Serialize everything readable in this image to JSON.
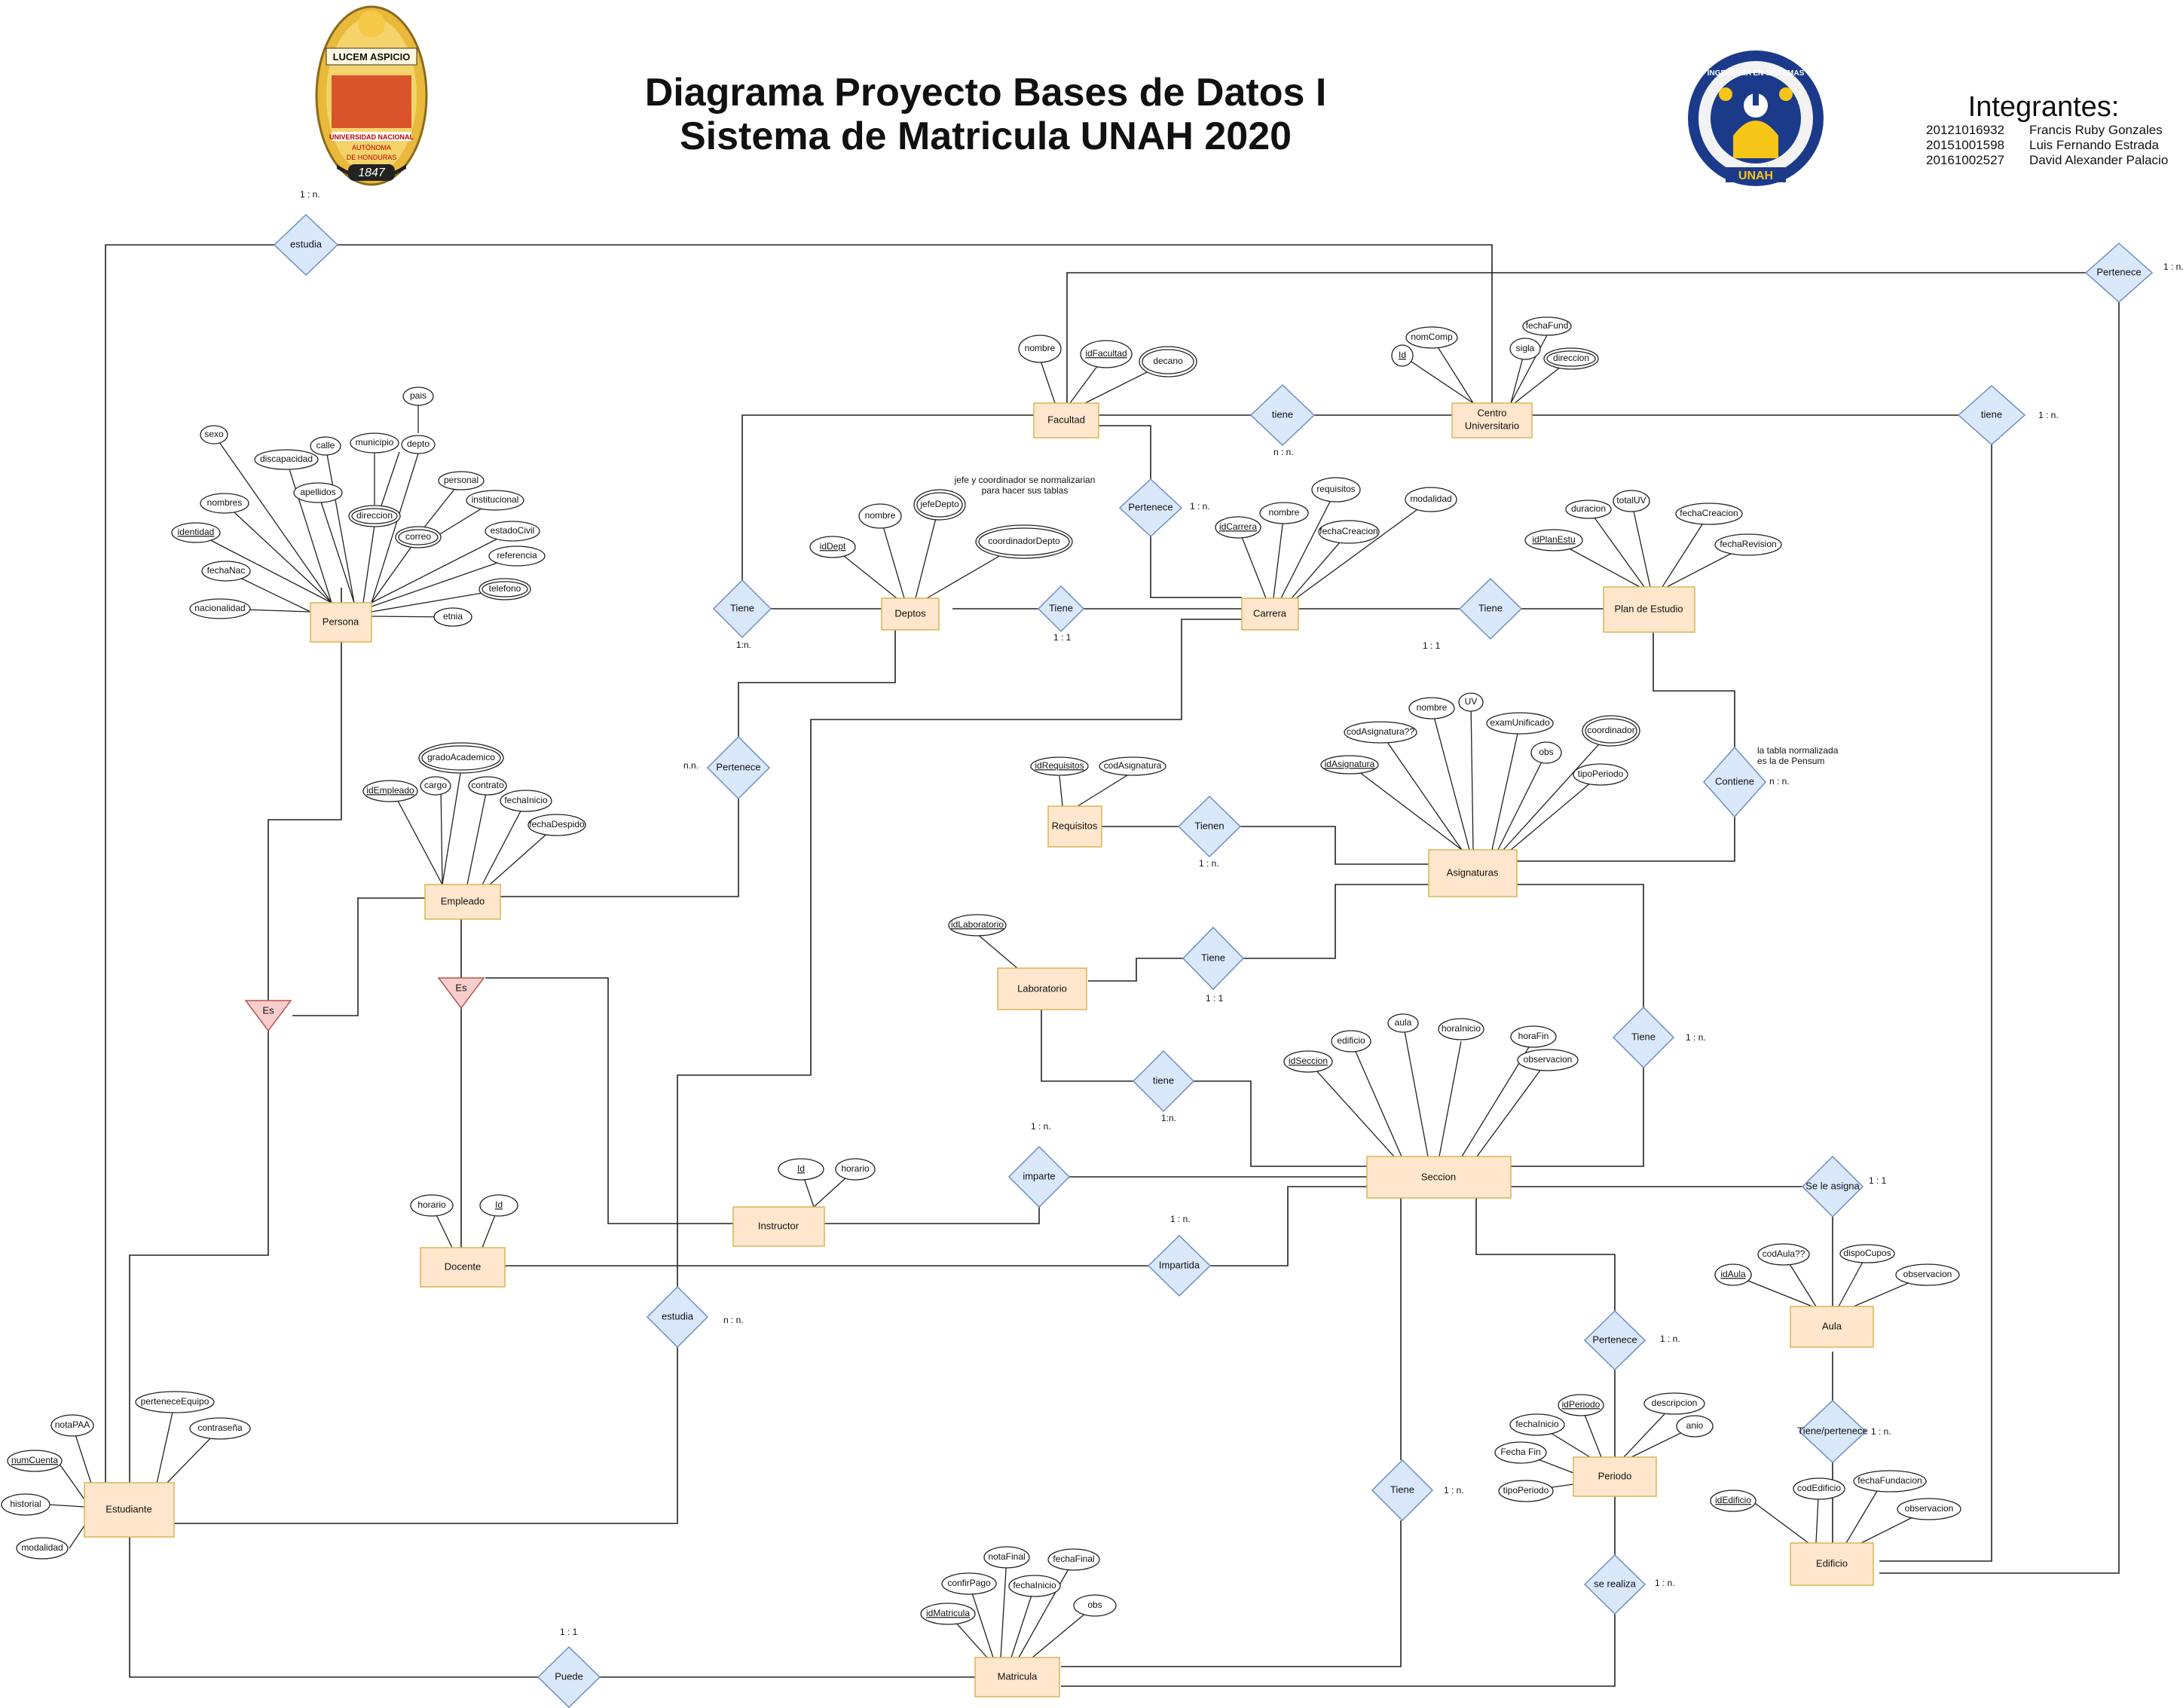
{
  "header": {
    "title_line1": "Diagrama Proyecto  Bases de Datos I",
    "title_line2": "Sistema de Matricula UNAH 2020",
    "members_title": "Integrantes:",
    "members": [
      {
        "id": "20121016932",
        "name": "Francis Ruby Gonzales"
      },
      {
        "id": "20151001598",
        "name": "Luis Fernando Estrada"
      },
      {
        "id": "20161002527",
        "name": "David Alexander Palacio"
      }
    ]
  },
  "logos": {
    "left": {
      "line1": "LUCEM ASPICIO",
      "line2": "UNIVERSIDAD NACIONAL",
      "line3": "AUTÓNOMA",
      "line4": "DE HONDURAS",
      "year": "1847"
    },
    "right": {
      "arc": "INGENIERÍA EN SISTEMAS",
      "bottom": "UNAH"
    }
  },
  "colors": {
    "entity_fill": "#ffe6cc",
    "entity_border": "#d6b656",
    "relation_fill": "#dae8fc",
    "relation_border": "#6c8ebf",
    "isa_fill": "#f8cecc",
    "isa_border": "#b85450"
  },
  "notes": {
    "jefe": [
      "jefe y coordinador se normalizarian",
      "para hacer sus tablas"
    ],
    "contiene": [
      "la tabla normalizada",
      "es la de Pensum"
    ]
  },
  "entities": [
    {
      "id": "persona",
      "label": "Persona"
    },
    {
      "id": "facultad",
      "label": "Facultad"
    },
    {
      "id": "centro",
      "label": [
        "Centro",
        "Universitario"
      ]
    },
    {
      "id": "deptos",
      "label": "Deptos"
    },
    {
      "id": "carrera",
      "label": "Carrera"
    },
    {
      "id": "plan",
      "label": "Plan de Estudio"
    },
    {
      "id": "empleado",
      "label": "Empleado"
    },
    {
      "id": "requisitos",
      "label": "Requisitos"
    },
    {
      "id": "asignaturas",
      "label": "Asignaturas"
    },
    {
      "id": "laboratorio",
      "label": "Laboratorio"
    },
    {
      "id": "seccion",
      "label": "Seccion"
    },
    {
      "id": "instructor",
      "label": "Instructor"
    },
    {
      "id": "docente",
      "label": "Docente"
    },
    {
      "id": "aula",
      "label": "Aula"
    },
    {
      "id": "periodo",
      "label": "Periodo"
    },
    {
      "id": "edificio",
      "label": "Edificio"
    },
    {
      "id": "estudiante",
      "label": "Estudiante"
    },
    {
      "id": "matricula",
      "label": "Matricula"
    }
  ],
  "relationships": [
    {
      "id": "estudia_top",
      "label": "estudia",
      "card": "1 : n."
    },
    {
      "id": "pertenece_top",
      "label": "Pertenece",
      "card": "1 : n."
    },
    {
      "id": "tiene_fc",
      "label": "tiene",
      "card": "n : n."
    },
    {
      "id": "tiene_ce",
      "label": "tiene",
      "card": "1 : n."
    },
    {
      "id": "pertenece_fca",
      "label": "Pertenece",
      "card": "1 : n."
    },
    {
      "id": "tiene_fd",
      "label": "Tiene",
      "card": "1:n."
    },
    {
      "id": "tiene_dc",
      "label": "Tiene",
      "card": "1 : 1"
    },
    {
      "id": "tiene_cp",
      "label": "Tiene",
      "card": "1 : 1"
    },
    {
      "id": "pertenece_emp",
      "label": "Pertenece",
      "card": "n.n."
    },
    {
      "id": "contiene",
      "label": "Contiene",
      "card": "n : n."
    },
    {
      "id": "tienen",
      "label": "Tienen",
      "card": "1 : n."
    },
    {
      "id": "tiene_lab",
      "label": "Tiene",
      "card": "1 : 1"
    },
    {
      "id": "tiene_as",
      "label": "Tiene",
      "card": "1 : n."
    },
    {
      "id": "tiene_ls",
      "label": "tiene",
      "card": "1:n."
    },
    {
      "id": "imparte",
      "label": "imparte",
      "card": "1 : n."
    },
    {
      "id": "impartida",
      "label": "Impartida",
      "card": "1 : n."
    },
    {
      "id": "se_le_asigna",
      "label": "Se le asigna",
      "card": "1 : 1"
    },
    {
      "id": "pertenece_sp",
      "label": "Pertenece",
      "card": "1 : n."
    },
    {
      "id": "tiene_pertenece",
      "label": "Tiene/pertenece",
      "card": "1 : n."
    },
    {
      "id": "estudia_mid",
      "label": "estudia",
      "card": "n : n."
    },
    {
      "id": "tiene_sm",
      "label": "Tiene",
      "card": "1 : n."
    },
    {
      "id": "se_realiza",
      "label": "se realiza",
      "card": "1 : n."
    },
    {
      "id": "puede",
      "label": "Puede",
      "card": "1 : 1"
    }
  ],
  "isa": [
    {
      "id": "es_persona",
      "label": "Es"
    },
    {
      "id": "es_empleado",
      "label": "Es"
    }
  ],
  "attributes": [
    {
      "owner": "persona",
      "label": "sexo"
    },
    {
      "owner": "persona",
      "label": "discapacidad"
    },
    {
      "owner": "persona",
      "label": "calle"
    },
    {
      "owner": "persona",
      "label": "municipio"
    },
    {
      "owner": "persona",
      "label": "pais"
    },
    {
      "owner": "persona",
      "label": "depto"
    },
    {
      "owner": "persona",
      "label": "nombres"
    },
    {
      "owner": "persona",
      "label": "apellidos"
    },
    {
      "owner": "persona",
      "label": "direccion"
    },
    {
      "owner": "persona",
      "label": "personal"
    },
    {
      "owner": "persona",
      "label": "institucional"
    },
    {
      "owner": "persona",
      "label": "identidad"
    },
    {
      "owner": "persona",
      "label": "correo"
    },
    {
      "owner": "persona",
      "label": "estadoCivil"
    },
    {
      "owner": "persona",
      "label": "fechaNac"
    },
    {
      "owner": "persona",
      "label": "referencia"
    },
    {
      "owner": "persona",
      "label": "telefono"
    },
    {
      "owner": "persona",
      "label": "nacionalidad"
    },
    {
      "owner": "persona",
      "label": "etnia"
    },
    {
      "owner": "facultad",
      "label": "nombre"
    },
    {
      "owner": "facultad",
      "label": "idFacultad"
    },
    {
      "owner": "facultad",
      "label": "decano"
    },
    {
      "owner": "centro",
      "label": "fechaFund"
    },
    {
      "owner": "centro",
      "label": "nomComp"
    },
    {
      "owner": "centro",
      "label": "sigla"
    },
    {
      "owner": "centro",
      "label": "Id"
    },
    {
      "owner": "centro",
      "label": "direccion"
    },
    {
      "owner": "deptos",
      "label": "nombre"
    },
    {
      "owner": "deptos",
      "label": "jefeDepto"
    },
    {
      "owner": "deptos",
      "label": "idDept"
    },
    {
      "owner": "deptos",
      "label": "coordinadorDepto"
    },
    {
      "owner": "carrera",
      "label": "requisitos"
    },
    {
      "owner": "carrera",
      "label": "nombre"
    },
    {
      "owner": "carrera",
      "label": "modalidad"
    },
    {
      "owner": "carrera",
      "label": "idCarrera"
    },
    {
      "owner": "carrera",
      "label": "fechaCreacion"
    },
    {
      "owner": "plan",
      "label": "duracion"
    },
    {
      "owner": "plan",
      "label": "totalUV"
    },
    {
      "owner": "plan",
      "label": "fechaCreacion"
    },
    {
      "owner": "plan",
      "label": "idPlanEstu"
    },
    {
      "owner": "plan",
      "label": "fechaRevision"
    },
    {
      "owner": "empleado",
      "label": "gradoAcademico"
    },
    {
      "owner": "empleado",
      "label": "cargo"
    },
    {
      "owner": "empleado",
      "label": "contrato"
    },
    {
      "owner": "empleado",
      "label": "idEmpleado"
    },
    {
      "owner": "empleado",
      "label": "fechaInicio"
    },
    {
      "owner": "empleado",
      "label": "fechaDespido"
    },
    {
      "owner": "asignaturas",
      "label": "UV"
    },
    {
      "owner": "asignaturas",
      "label": "nombre"
    },
    {
      "owner": "asignaturas",
      "label": "codAsignatura??"
    },
    {
      "owner": "asignaturas",
      "label": "examUnificado"
    },
    {
      "owner": "asignaturas",
      "label": "coordinador"
    },
    {
      "owner": "asignaturas",
      "label": "obs"
    },
    {
      "owner": "asignaturas",
      "label": "idAsignatura"
    },
    {
      "owner": "asignaturas",
      "label": "tipoPeriodo"
    },
    {
      "owner": "requisitos",
      "label": "idRequisitos"
    },
    {
      "owner": "requisitos",
      "label": "codAsignatura"
    },
    {
      "owner": "laboratorio",
      "label": "idLaboratorio"
    },
    {
      "owner": "seccion",
      "label": "aula"
    },
    {
      "owner": "seccion",
      "label": "horaInicio"
    },
    {
      "owner": "seccion",
      "label": "edificio"
    },
    {
      "owner": "seccion",
      "label": "horaFin"
    },
    {
      "owner": "seccion",
      "label": "idSeccion"
    },
    {
      "owner": "seccion",
      "label": "observacion"
    },
    {
      "owner": "instructor",
      "label": "Id"
    },
    {
      "owner": "instructor",
      "label": "horario"
    },
    {
      "owner": "docente",
      "label": "horario"
    },
    {
      "owner": "docente",
      "label": "Id"
    },
    {
      "owner": "aula",
      "label": "codAula??"
    },
    {
      "owner": "aula",
      "label": "dispoCupos"
    },
    {
      "owner": "aula",
      "label": "idAula"
    },
    {
      "owner": "aula",
      "label": "observacion"
    },
    {
      "owner": "periodo",
      "label": "idPeriodo"
    },
    {
      "owner": "periodo",
      "label": "descripcion"
    },
    {
      "owner": "periodo",
      "label": "fechaInicio"
    },
    {
      "owner": "periodo",
      "label": "anio"
    },
    {
      "owner": "periodo",
      "label": "Fecha Fin"
    },
    {
      "owner": "periodo",
      "label": "tipoPeriodo"
    },
    {
      "owner": "edificio",
      "label": "fechaFundacion"
    },
    {
      "owner": "edificio",
      "label": "codEdificio"
    },
    {
      "owner": "edificio",
      "label": "idEdificio"
    },
    {
      "owner": "edificio",
      "label": "observacion"
    },
    {
      "owner": "estudiante",
      "label": "notaPAA"
    },
    {
      "owner": "estudiante",
      "label": "perteneceEquipo"
    },
    {
      "owner": "estudiante",
      "label": "contraseña"
    },
    {
      "owner": "estudiante",
      "label": "numCuenta"
    },
    {
      "owner": "estudiante",
      "label": "historial"
    },
    {
      "owner": "estudiante",
      "label": "modalidad"
    },
    {
      "owner": "matricula",
      "label": "notaFinal"
    },
    {
      "owner": "matricula",
      "label": "fechaFinal"
    },
    {
      "owner": "matricula",
      "label": "confirPago"
    },
    {
      "owner": "matricula",
      "label": "fechaInicio"
    },
    {
      "owner": "matricula",
      "label": "idMatricula"
    },
    {
      "owner": "matricula",
      "label": "obs"
    }
  ]
}
